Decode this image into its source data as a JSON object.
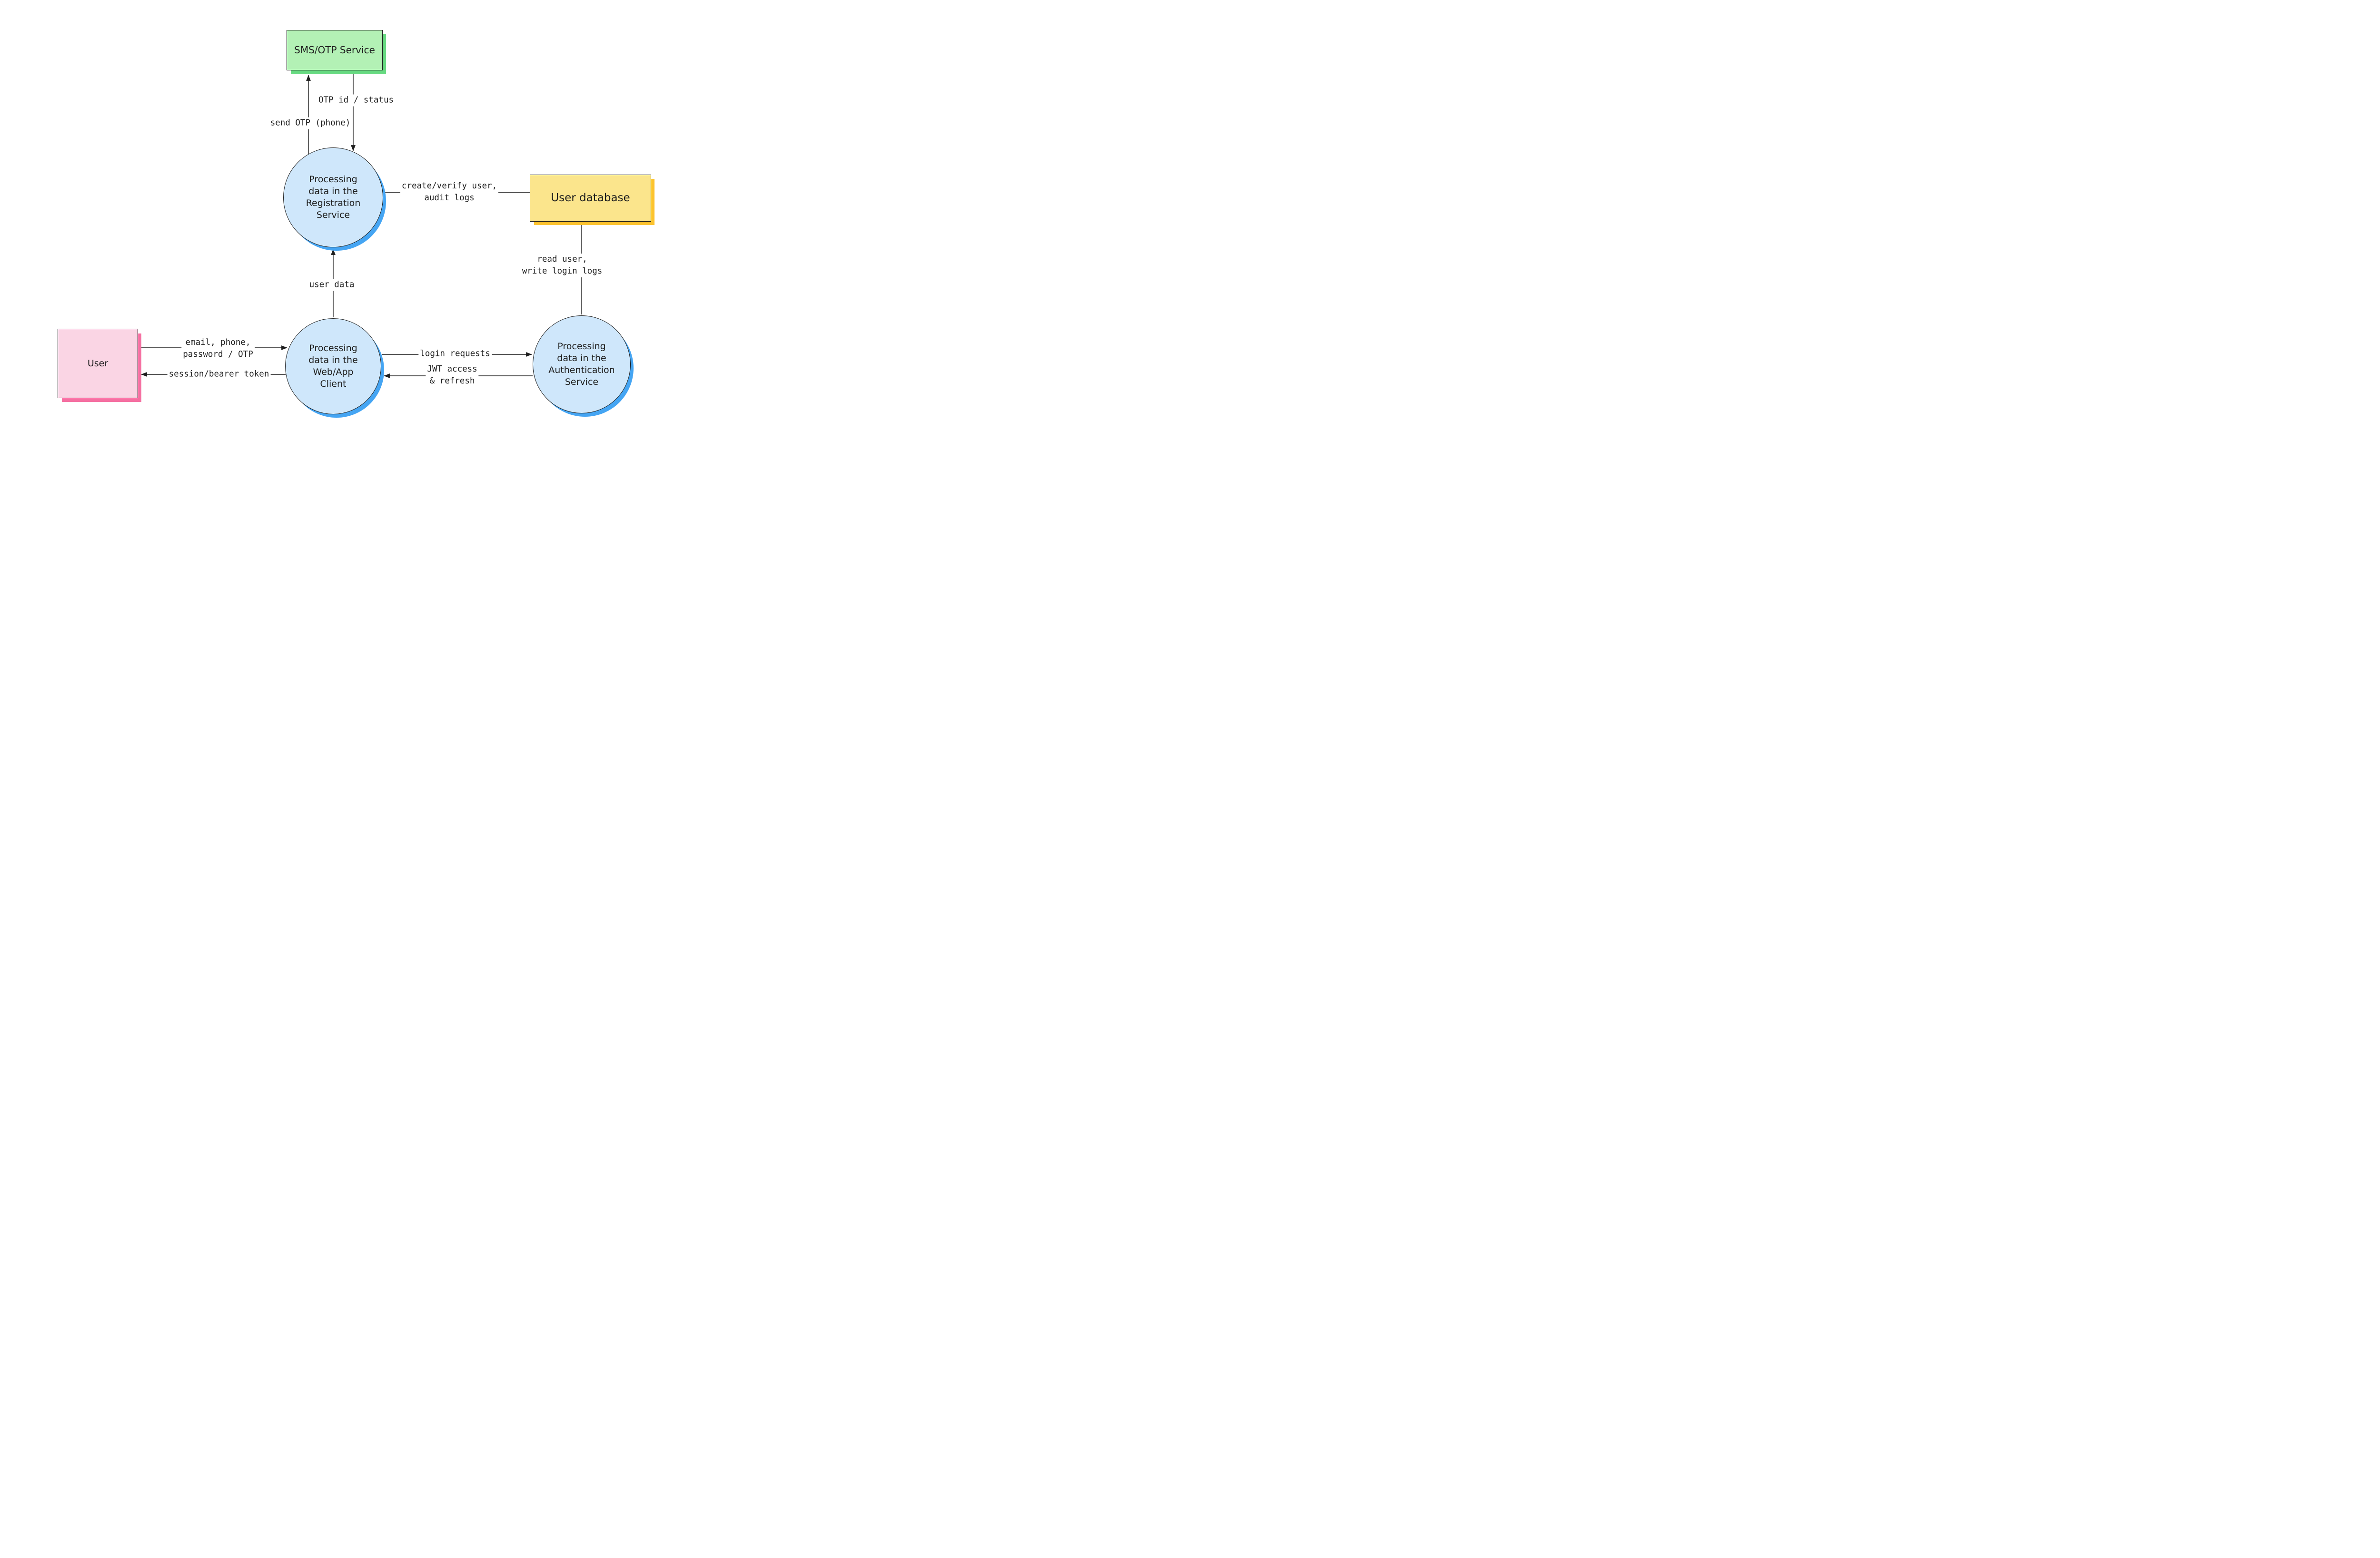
{
  "canvas": {
    "background": "#ffffff"
  },
  "colors": {
    "canvas_bg": "#ffffff",
    "stroke": "#1e1e1e",
    "text": "#1e1e1e",
    "green_fill": "#b3f1b5",
    "green_shadow": "#67da81",
    "yellow_fill": "#fbe58c",
    "yellow_shadow": "#fcc32f",
    "pink_fill": "#fad5e4",
    "pink_shadow": "#f56fa1",
    "blue_fill": "#cfe7fb",
    "blue_shadow": "#45a5f3"
  },
  "nodes": {
    "sms": {
      "type": "external-entity",
      "label": "SMS/OTP Service"
    },
    "registration": {
      "type": "process",
      "label": "Processing\ndata in the\nRegistration\nService"
    },
    "database": {
      "type": "data-store",
      "label": "User database"
    },
    "user": {
      "type": "external-entity",
      "label": "User"
    },
    "client": {
      "type": "process",
      "label": "Processing\ndata in the\nWeb/App\nClient"
    },
    "auth": {
      "type": "process",
      "label": "Processing\ndata in the\nAuthentication\nService"
    }
  },
  "edges": {
    "send_otp": {
      "from": "registration",
      "to": "sms",
      "arrow": "up",
      "label": "send OTP (phone)"
    },
    "otp_status": {
      "from": "sms",
      "to": "registration",
      "arrow": "down",
      "label": "OTP id / status"
    },
    "create_verify": {
      "from": "registration",
      "to": "database",
      "arrow": "none",
      "label": "create/verify user,\naudit logs"
    },
    "read_user": {
      "from": "database",
      "to": "auth",
      "arrow": "none",
      "label": "read user,\nwrite login logs"
    },
    "user_data": {
      "from": "client",
      "to": "registration",
      "arrow": "up",
      "label": "user data"
    },
    "email_phone": {
      "from": "user",
      "to": "client",
      "arrow": "right",
      "label": "email, phone,\npassword / OTP"
    },
    "session_token": {
      "from": "client",
      "to": "user",
      "arrow": "left",
      "label": "session/bearer token"
    },
    "login_requests": {
      "from": "client",
      "to": "auth",
      "arrow": "right",
      "label": "login requests"
    },
    "jwt": {
      "from": "auth",
      "to": "client",
      "arrow": "left",
      "label": "JWT access\n& refresh"
    }
  }
}
